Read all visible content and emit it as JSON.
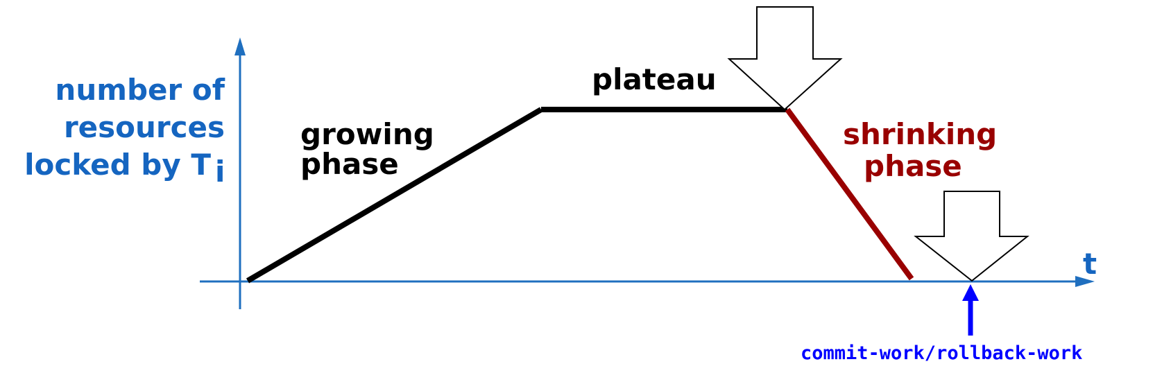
{
  "colors": {
    "axis": "#1f6fbf",
    "axis_label": "#1565c0",
    "growing_line": "#000000",
    "plateau_line": "#000000",
    "shrinking_line": "#990000",
    "shrinking_label": "#990000",
    "commit_arrow": "#0000ff",
    "commit_label": "#0000ff",
    "text": "#000000"
  },
  "y_axis_label": {
    "line1": "number of",
    "line2": "resources",
    "line3": "locked by T",
    "subscript": "i"
  },
  "x_axis_label": "t",
  "phases": {
    "growing": {
      "line1": "growing",
      "line2": "phase"
    },
    "plateau": "plateau",
    "shrinking": {
      "line1": "shrinking",
      "line2": "phase"
    }
  },
  "commit_label": "commit-work/rollback-work",
  "icons": {
    "plateau_end_marker": "hollow-down-arrow-icon",
    "commit_marker": "hollow-down-arrow-icon"
  }
}
